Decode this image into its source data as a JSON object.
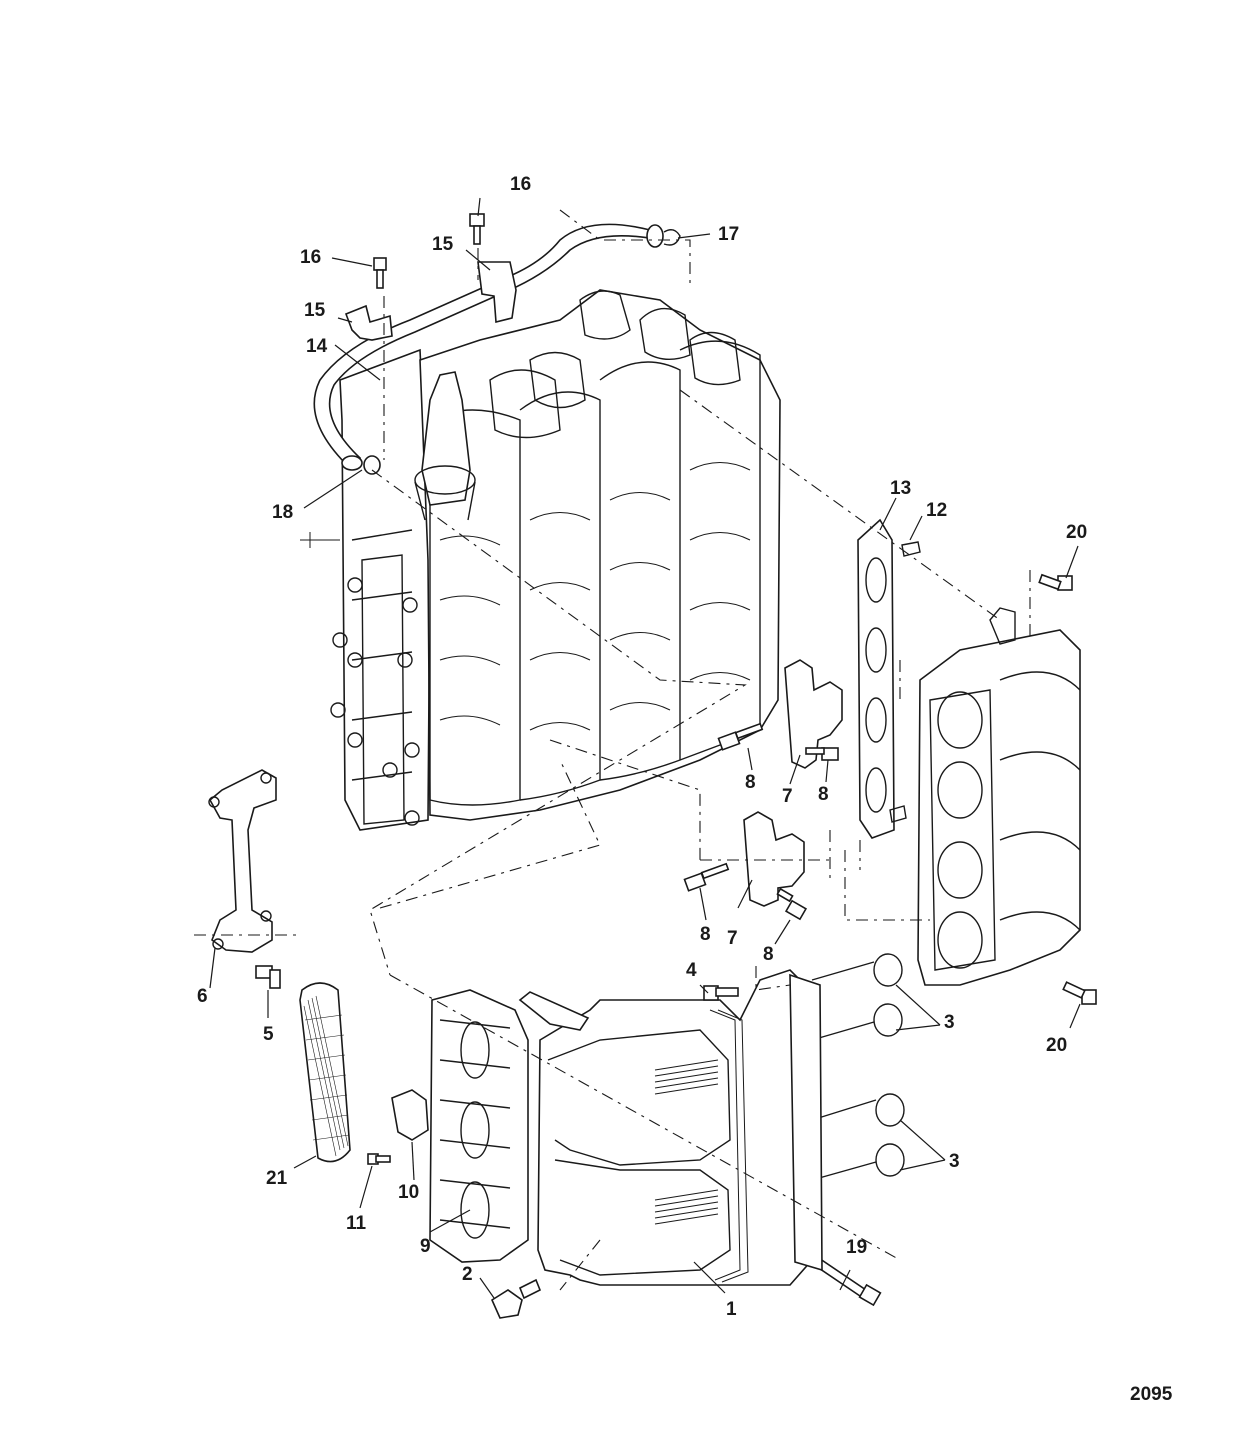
{
  "figure_number": "2095",
  "callouts": [
    {
      "id": "c1",
      "text": "1"
    },
    {
      "id": "c2",
      "text": "2"
    },
    {
      "id": "c3a",
      "text": "3"
    },
    {
      "id": "c3b",
      "text": "3"
    },
    {
      "id": "c4",
      "text": "4"
    },
    {
      "id": "c5",
      "text": "5"
    },
    {
      "id": "c6",
      "text": "6"
    },
    {
      "id": "c7a",
      "text": "7"
    },
    {
      "id": "c7b",
      "text": "7"
    },
    {
      "id": "c8a",
      "text": "8"
    },
    {
      "id": "c8b",
      "text": "8"
    },
    {
      "id": "c8c",
      "text": "8"
    },
    {
      "id": "c8d",
      "text": "8"
    },
    {
      "id": "c9",
      "text": "9"
    },
    {
      "id": "c10",
      "text": "10"
    },
    {
      "id": "c11",
      "text": "11"
    },
    {
      "id": "c12",
      "text": "12"
    },
    {
      "id": "c13",
      "text": "13"
    },
    {
      "id": "c14",
      "text": "14"
    },
    {
      "id": "c15a",
      "text": "15"
    },
    {
      "id": "c15b",
      "text": "15"
    },
    {
      "id": "c16a",
      "text": "16"
    },
    {
      "id": "c16b",
      "text": "16"
    },
    {
      "id": "c17",
      "text": "17"
    },
    {
      "id": "c18",
      "text": "18"
    },
    {
      "id": "c19",
      "text": "19"
    },
    {
      "id": "c20a",
      "text": "20"
    },
    {
      "id": "c20b",
      "text": "20"
    },
    {
      "id": "c21",
      "text": "21"
    }
  ]
}
